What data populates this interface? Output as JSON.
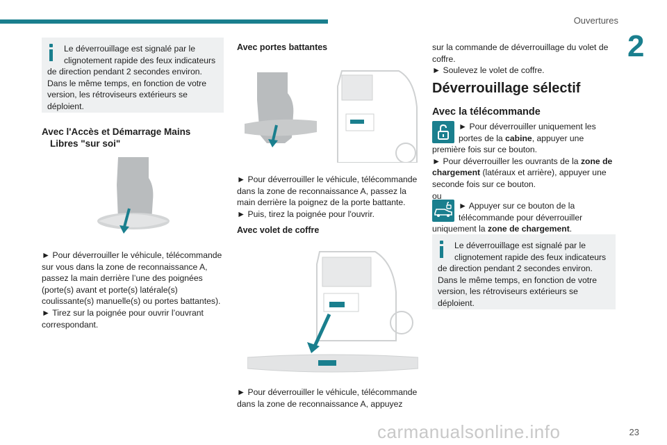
{
  "header": {
    "section": "Ouvertures",
    "chapter": "2"
  },
  "col1": {
    "info_lines": [
      "Le déverrouillage est signalé par le",
      "clignotement rapide des feux indicateurs",
      "de direction pendant 2 secondes environ.",
      "Dans le même temps, en fonction de votre",
      "version, les rétroviseurs extérieurs se",
      "déploient."
    ],
    "heading_line1": "Avec l'Accès et Démarrage Mains",
    "heading_line2": "Libres \"sur soi\"",
    "body_lines": [
      "► Pour déverrouiller le véhicule, télécommande",
      "sur vous dans la zone de reconnaissance A,",
      "passez la main derrière l’une des poignées",
      "(porte(s) avant et porte(s) latérale(s)",
      "coulissante(s) manuelle(s) ou portes battantes).",
      "► Tirez sur la poignée pour ouvrir l’ouvrant",
      "correspondant."
    ]
  },
  "col2": {
    "heading1": "Avec portes battantes",
    "body1_lines": [
      "► Pour déverrouiller le véhicule, télécommande",
      "dans la zone de reconnaissance A, passez la",
      "main derrière la poignez de la porte battante.",
      "► Puis, tirez la poignée pour l'ouvrir."
    ],
    "heading2": "Avec volet de coffre",
    "body2_lines": [
      "► Pour déverrouiller le véhicule, télécommande",
      "dans la zone de reconnaissance A, appuyez"
    ]
  },
  "col3": {
    "cont_lines": [
      "sur la commande de déverrouillage du volet de",
      "coffre.",
      "► Soulevez le volet de coffre."
    ],
    "heading_main": "Déverrouillage sélectif",
    "heading_sub": "Avec la télécommande",
    "p1_a": "► Pour déverrouiller uniquement les",
    "p1_b_pre": "portes de la ",
    "p1_b_bold": "cabine",
    "p1_b_post": ", appuyer une",
    "p1_c": "première fois sur ce bouton.",
    "p2_a_pre": "► Pour déverrouiller les ouvrants de la ",
    "p2_a_bold": "zone de",
    "p2_b_bold": "chargement",
    "p2_b_post": " (latéraux et arrière), appuyer une",
    "p2_c": "seconde fois sur ce bouton.",
    "ou": "ou",
    "p3_a": "► Appuyer sur ce bouton de la",
    "p3_b": "télécommande pour déverrouiller",
    "p3_c_pre": "uniquement la ",
    "p3_c_bold": "zone de chargement",
    "p3_c_post": ".",
    "info_lines": [
      "Le déverrouillage est signalé par le",
      "clignotement rapide des feux indicateurs",
      "de direction pendant 2 secondes environ.",
      "Dans le même temps, en fonction de votre",
      "version, les rétroviseurs extérieurs se",
      "déploient."
    ]
  },
  "footer": {
    "page_number": "23",
    "watermark": "carmanualsonline.info"
  },
  "colors": {
    "accent": "#1a7f8e",
    "infobox_bg": "#eef0f1"
  },
  "icons": [
    "info-icon",
    "unlock-icon",
    "van-unlock-icon",
    "down-arrow-icon"
  ]
}
